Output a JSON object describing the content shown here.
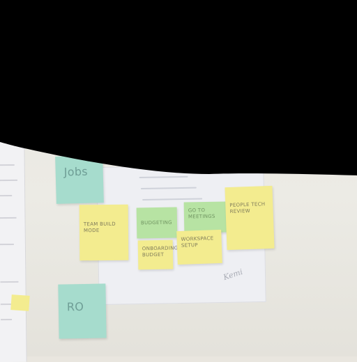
{
  "scene": {
    "description_labels": {
      "note_jobs": "Jobs",
      "note_big": "TEAM BUILD MODE",
      "note_g1": "BUDGETING",
      "note_g2": "GO TO MEETINGS",
      "note_y2": "ONBOARDING BUDGET",
      "note_y3": "WORKSPACE SETUP",
      "note_right": "PEOPLE TECH REVIEW",
      "note_ro": "RO",
      "signature": "Kemi"
    },
    "colors": {
      "black_mask": "#000000",
      "sticky_teal": "#a6dccd",
      "sticky_yellow": "#f3ec8f",
      "sticky_green": "#b7e3a3",
      "paper": "#eeeff3",
      "wall": "#e8e6e0"
    }
  }
}
